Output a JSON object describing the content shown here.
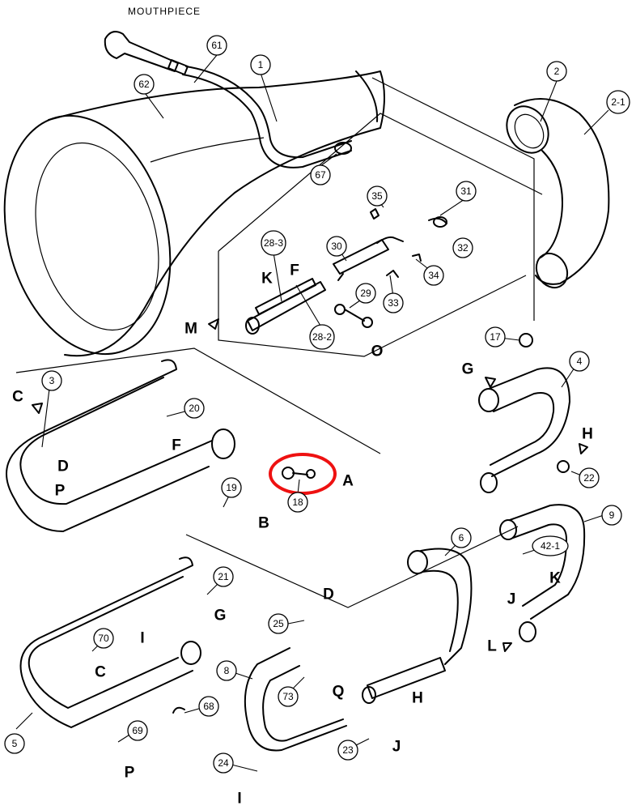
{
  "diagram": {
    "mouthpiece_label": "MOUTHPIECE",
    "colors": {
      "line": "#000000",
      "highlight": "#e11111",
      "background": "#ffffff"
    },
    "callouts": {
      "c1": "1",
      "c2": "2",
      "c2_1": "2-1",
      "c3": "3",
      "c4": "4",
      "c5": "5",
      "c6": "6",
      "c8": "8",
      "c9": "9",
      "c17": "17",
      "c18": "18",
      "c19": "19",
      "c20": "20",
      "c21": "21",
      "c22": "22",
      "c23": "23",
      "c24": "24",
      "c25": "25",
      "c28_2": "28-2",
      "c28_3": "28-3",
      "c29": "29",
      "c30": "30",
      "c31": "31",
      "c32": "32",
      "c33": "33",
      "c34": "34",
      "c35": "35",
      "c42_1": "42-1",
      "c61": "61",
      "c62": "62",
      "c67": "67",
      "c68": "68",
      "c69": "69",
      "c70": "70",
      "c73": "73"
    },
    "letters": {
      "A": "A",
      "B": "B",
      "C": "C",
      "D": "D",
      "F": "F",
      "G": "G",
      "H": "H",
      "I": "I",
      "J": "J",
      "K": "K",
      "L": "L",
      "M": "M",
      "O": "O",
      "P": "P",
      "Q": "Q"
    },
    "highlighted_part": "18"
  }
}
